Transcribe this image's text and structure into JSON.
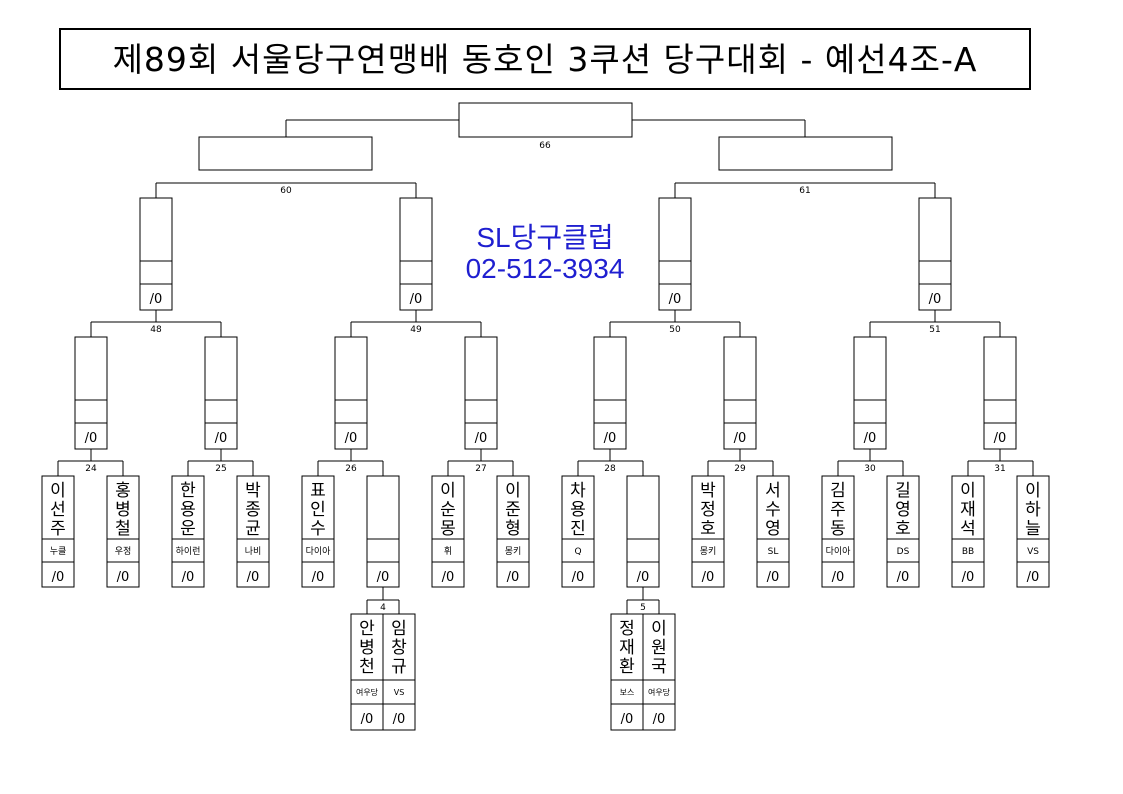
{
  "title": "제89회 서울당구연맹배 동호인 3쿠션 당구대회 - 예선4조-A",
  "sponsor": {
    "name": "SL당구클럽",
    "phone": "02-512-3934"
  },
  "colors": {
    "line": "#000000",
    "sponsor_text": "#1f1fd0",
    "background": "#ffffff"
  },
  "score_mark": "/0",
  "match_numbers": {
    "final": "66",
    "semis": [
      "60",
      "61"
    ],
    "quarters": [
      "48",
      "49",
      "50",
      "51"
    ],
    "first_round": [
      "24",
      "25",
      "26",
      "27",
      "28",
      "29",
      "30",
      "31"
    ],
    "prelims": [
      "4",
      "5"
    ]
  },
  "players": [
    {
      "name": "이선주",
      "club": "누클"
    },
    {
      "name": "홍병철",
      "club": "우정"
    },
    {
      "name": "한용운",
      "club": "하이런"
    },
    {
      "name": "박종균",
      "club": "나비"
    },
    {
      "name": "표인수",
      "club": "다이아"
    },
    {
      "name": "",
      "club": ""
    },
    {
      "name": "이순몽",
      "club": "휘"
    },
    {
      "name": "이준형",
      "club": "몽키"
    },
    {
      "name": "차용진",
      "club": "Q"
    },
    {
      "name": "",
      "club": ""
    },
    {
      "name": "박정호",
      "club": "몽키"
    },
    {
      "name": "서수영",
      "club": "SL"
    },
    {
      "name": "김주동",
      "club": "다이아"
    },
    {
      "name": "길영호",
      "club": "DS"
    },
    {
      "name": "이재석",
      "club": "BB"
    },
    {
      "name": "이하늘",
      "club": "VS"
    }
  ],
  "prelim_players": [
    {
      "name": "안병천",
      "club": "여우당"
    },
    {
      "name": "임창규",
      "club": "VS"
    },
    {
      "name": "정재환",
      "club": "보스"
    },
    {
      "name": "이원국",
      "club": "여우당"
    }
  ]
}
